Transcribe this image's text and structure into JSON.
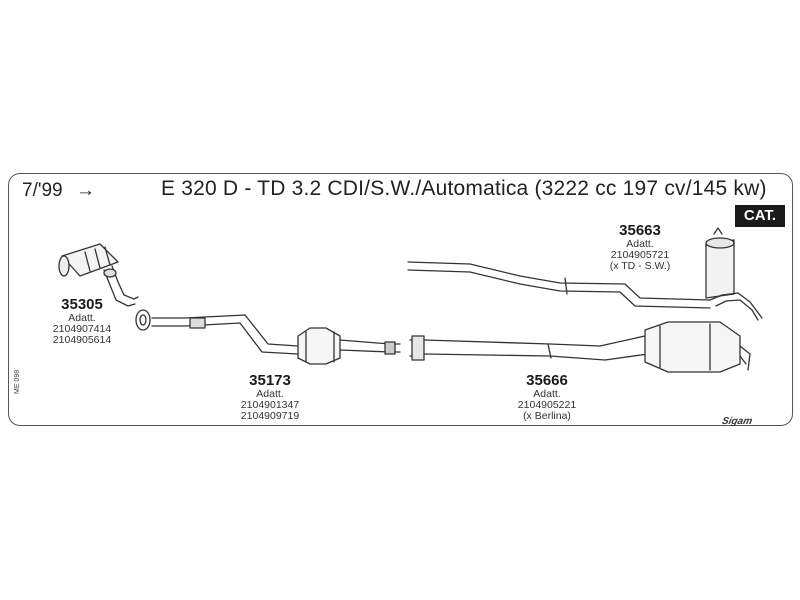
{
  "header": {
    "date": "7/'99",
    "arrow": "→",
    "title": "E 320 D - TD 3.2 CDI/S.W./Automatica (3222 cc 197 cv/145 kw)",
    "badge": "CAT."
  },
  "parts": [
    {
      "code": "35305",
      "label": "Adatt.",
      "refs": [
        "2104907414",
        "2104905614"
      ],
      "note": ""
    },
    {
      "code": "35173",
      "label": "Adatt.",
      "refs": [
        "2104901347",
        "2104909719"
      ],
      "note": ""
    },
    {
      "code": "35663",
      "label": "Adatt.",
      "refs": [
        "2104905721"
      ],
      "note": "(x TD - S.W.)"
    },
    {
      "code": "35666",
      "label": "Adatt.",
      "refs": [
        "2104905221"
      ],
      "note": "(x Berlina)"
    }
  ],
  "side_code": "ME 098",
  "brand": "Sigam"
}
